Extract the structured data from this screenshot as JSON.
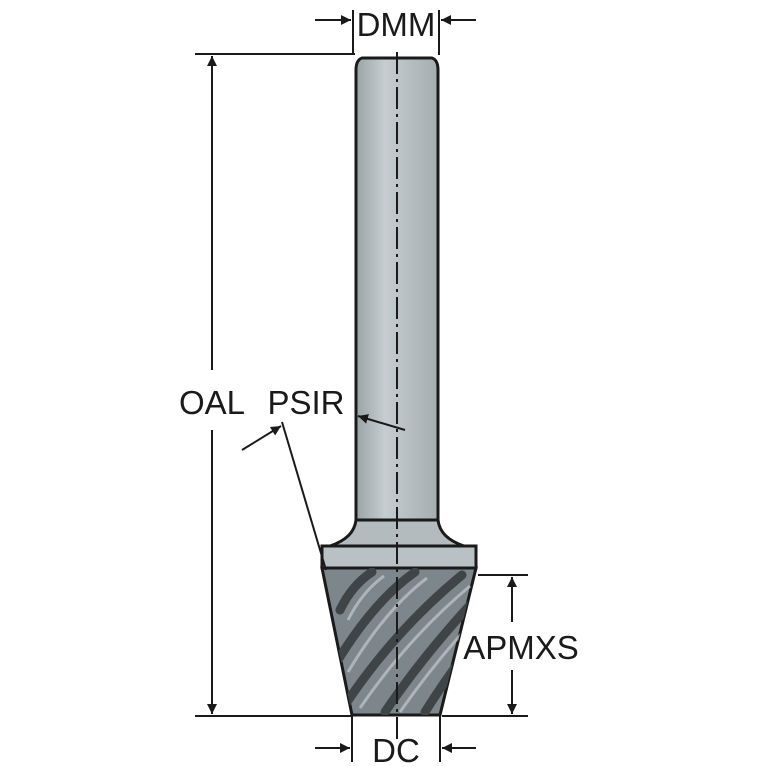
{
  "diagram": {
    "labels": {
      "dmm": "DMM",
      "oal": "OAL",
      "psir": "PSIR",
      "apmxs": "APMXS",
      "dc": "DC"
    },
    "colors": {
      "background": "#ffffff",
      "tool_body": "#b9c1c4",
      "tool_body_dark": "#8f989b",
      "outline": "#1a1a1a",
      "flute": "#4a4f52",
      "dimension_line": "#1a1a1a"
    }
  }
}
